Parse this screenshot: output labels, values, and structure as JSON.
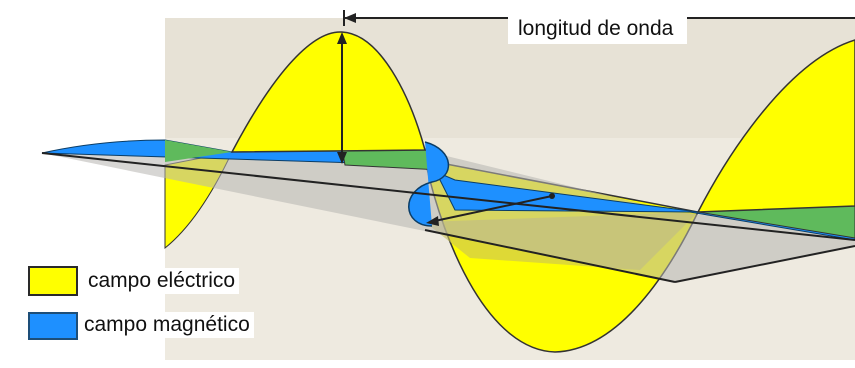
{
  "wavelength_label": "longitud de onda",
  "legend": {
    "electric": {
      "label": "campo eléctrico",
      "color": "#ffff00"
    },
    "magnetic": {
      "label": "campo magnético",
      "color": "#1e90ff"
    }
  },
  "colors": {
    "background": "#ffffff",
    "panel": "#eeeae0",
    "electric_fill": "#ffff00",
    "magnetic_fill": "#1e90ff",
    "overlap_fill": "#5fba5c",
    "below_yellow": "#c8c05a",
    "outline": "#222222"
  }
}
